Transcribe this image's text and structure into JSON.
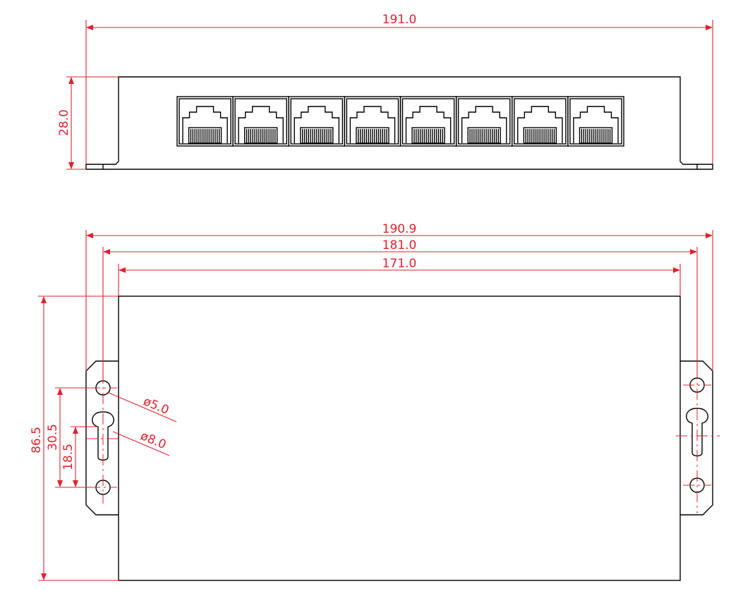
{
  "colors": {
    "outline": "#000000",
    "dimension": "#e0222d",
    "background": "#ffffff"
  },
  "front_view": {
    "port_count": 8,
    "port_icon": "rj45-port-icon",
    "width_label": "191.0",
    "height_label": "28.0"
  },
  "top_view": {
    "overall_width_label": "190.9",
    "hole_pitch_label": "181.0",
    "body_width_label": "171.0",
    "depth_label": "86.5",
    "outer_hole_spacing_label": "30.5",
    "inner_hole_spacing_label": "18.5",
    "small_hole_label": "ø5.0",
    "keyhole_label": "ø8.0"
  }
}
